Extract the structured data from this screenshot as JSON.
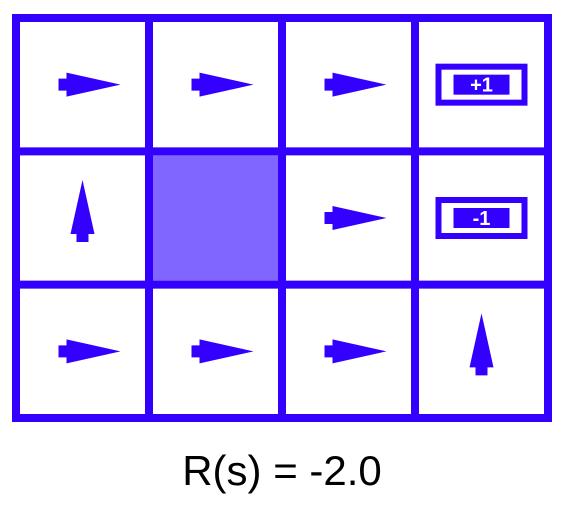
{
  "grid": {
    "rows": 3,
    "cols": 4,
    "colors": {
      "line": "#3300ff",
      "arrow": "#3300ff",
      "wall": "#8066ff",
      "background": "#ffffff"
    },
    "cells": [
      [
        "right-arrow-icon",
        "right-arrow-icon",
        "right-arrow-icon",
        "terminal-plus"
      ],
      [
        "up-arrow-icon",
        "wall",
        "right-arrow-icon",
        "terminal-minus"
      ],
      [
        "right-arrow-icon",
        "right-arrow-icon",
        "right-arrow-icon",
        "up-arrow-icon"
      ]
    ],
    "terminals": {
      "plus": "+1",
      "minus": "-1"
    }
  },
  "caption": "R(s) = -2.0"
}
